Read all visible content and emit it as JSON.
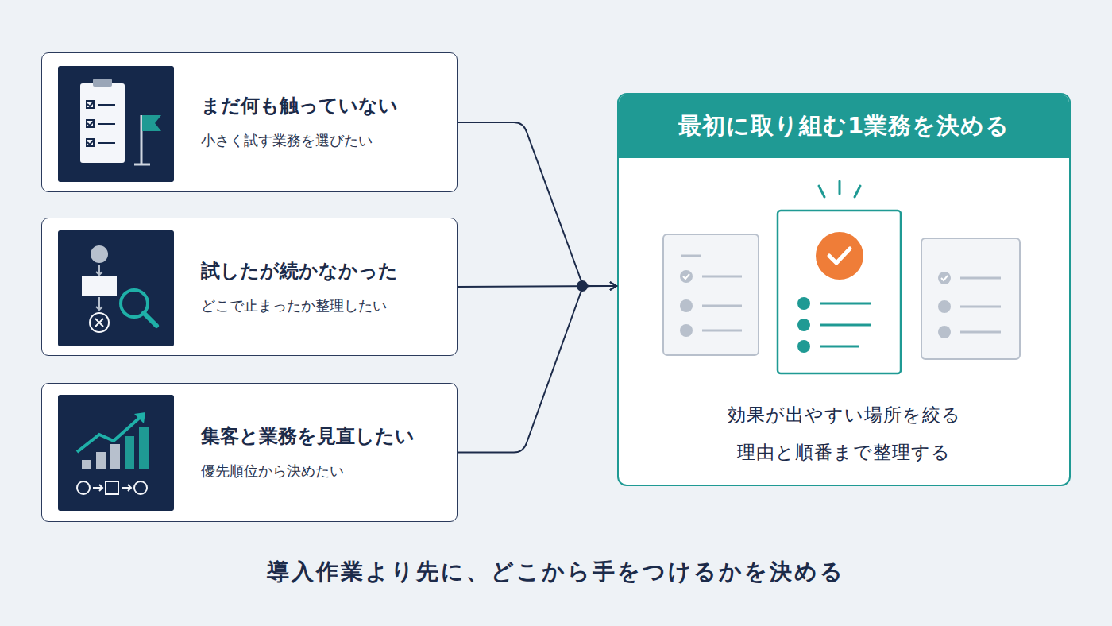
{
  "diagram": {
    "caption": "導入作業より先に、どこから手をつけるかを決める",
    "nodes": [
      {
        "text": [
          "まだ何も触っていない",
          "小さく試す業務を選びたい"
        ]
      },
      {
        "text": [
          "試したが続かなかった",
          "どこで止まったか整理したい"
        ]
      },
      {
        "text": [
          "集客と業務を見直したい",
          "優先順位から決めたい"
        ]
      },
      {
        "text": [
          "最初に取り組む1業務を決める",
          "効果が出やすい場所を絞る",
          "理由と順番まで整理する"
        ]
      }
    ],
    "edges": [
      {
        "from": 0,
        "to": 3,
        "arrow": "to"
      },
      {
        "from": 1,
        "to": 3,
        "arrow": "to"
      },
      {
        "from": 2,
        "to": 3,
        "arrow": "to"
      }
    ]
  }
}
